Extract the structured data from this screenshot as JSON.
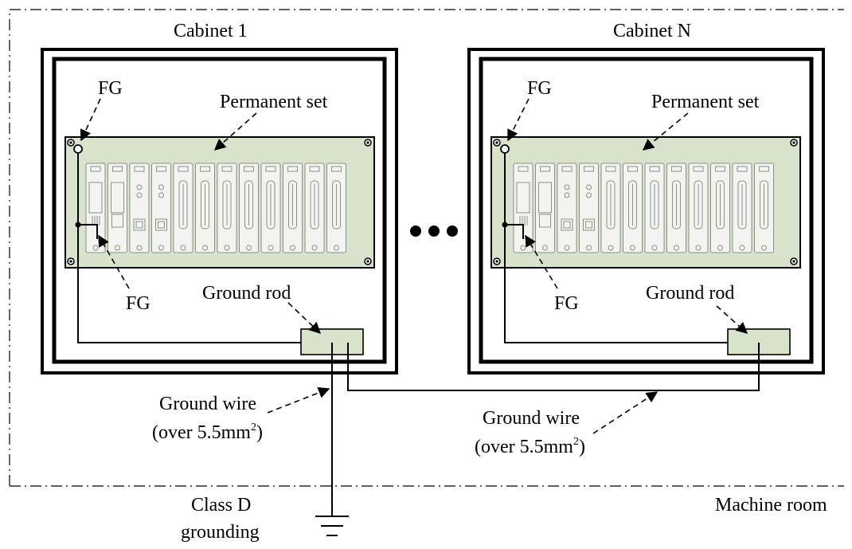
{
  "cabinets": [
    {
      "title": "Cabinet 1",
      "fg_top_label": "FG",
      "fg_bottom_label": "FG",
      "permanent_set_label": "Permanent set",
      "ground_rod_label": "Ground rod"
    },
    {
      "title": "Cabinet N",
      "fg_top_label": "FG",
      "fg_bottom_label": "FG",
      "permanent_set_label": "Permanent set",
      "ground_rod_label": "Ground rod"
    }
  ],
  "ground_wire_left": {
    "line1": "Ground wire",
    "line2_prefix": "(over 5.5mm",
    "line2_sup": "2",
    "line2_suffix": ")"
  },
  "ground_wire_right": {
    "line1": "Ground wire",
    "line2_prefix": "(over 5.5mm",
    "line2_sup": "2",
    "line2_suffix": ")"
  },
  "grounding": {
    "line1": "Class D",
    "line2": "grounding"
  },
  "machine_room_label": "Machine room",
  "colors": {
    "panel": "#d9e3cc",
    "line": "#000000",
    "background": "#ffffff"
  },
  "icons": [
    "ellipsis-dots",
    "ground-symbol",
    "plc-module"
  ]
}
